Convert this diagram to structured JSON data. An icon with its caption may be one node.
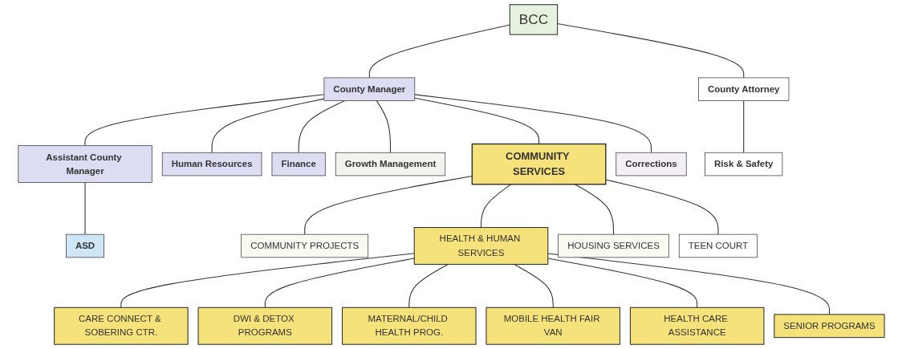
{
  "diagram": {
    "nodes": [
      {
        "text": [
          "BCC"
        ]
      },
      {
        "text": [
          "County Manager"
        ]
      },
      {
        "text": [
          "County Attorney"
        ]
      },
      {
        "text": [
          "Assistant County Manager"
        ]
      },
      {
        "text": [
          "Human Resources"
        ]
      },
      {
        "text": [
          "Finance"
        ]
      },
      {
        "text": [
          "ASD"
        ]
      },
      {
        "text": [
          "Growth Management"
        ]
      },
      {
        "text": [
          "COMMUNITY SERVICES"
        ]
      },
      {
        "text": [
          "Corrections"
        ]
      },
      {
        "text": [
          "Risk & Safety"
        ]
      },
      {
        "text": [
          "COMMUNITY PROJECTS"
        ]
      },
      {
        "text": [
          "HEALTH & HUMAN SERVICES"
        ]
      },
      {
        "text": [
          "HOUSING SERVICES"
        ]
      },
      {
        "text": [
          "TEEN COURT"
        ]
      },
      {
        "text": [
          "CARE CONNECT & SOBERING CTR."
        ]
      },
      {
        "text": [
          "DWI & DETOX PROGRAMS"
        ]
      },
      {
        "text": [
          "MATERNAL/CHILD HEALTH PROG."
        ]
      },
      {
        "text": [
          "MOBILE HEALTH FAIR VAN"
        ]
      },
      {
        "text": [
          "HEALTH CARE ASSISTANCE"
        ]
      },
      {
        "text": [
          "SENIOR PROGRAMS"
        ]
      }
    ],
    "edges": [
      {
        "from": 0,
        "to": 1,
        "arrow": "none"
      },
      {
        "from": 0,
        "to": 2,
        "arrow": "none"
      },
      {
        "from": 1,
        "to": 3,
        "arrow": "none"
      },
      {
        "from": 1,
        "to": 4,
        "arrow": "none"
      },
      {
        "from": 1,
        "to": 5,
        "arrow": "none"
      },
      {
        "from": 3,
        "to": 6,
        "arrow": "none"
      },
      {
        "from": 1,
        "to": 7,
        "arrow": "none"
      },
      {
        "from": 1,
        "to": 8,
        "arrow": "none"
      },
      {
        "from": 1,
        "to": 9,
        "arrow": "none"
      },
      {
        "from": 2,
        "to": 10,
        "arrow": "none"
      },
      {
        "from": 8,
        "to": 11,
        "arrow": "none"
      },
      {
        "from": 8,
        "to": 12,
        "arrow": "none"
      },
      {
        "from": 8,
        "to": 13,
        "arrow": "none"
      },
      {
        "from": 8,
        "to": 14,
        "arrow": "none"
      },
      {
        "from": 12,
        "to": 15,
        "arrow": "none"
      },
      {
        "from": 12,
        "to": 16,
        "arrow": "none"
      },
      {
        "from": 12,
        "to": 17,
        "arrow": "none"
      },
      {
        "from": 12,
        "to": 18,
        "arrow": "none"
      },
      {
        "from": 12,
        "to": 19,
        "arrow": "none"
      },
      {
        "from": 12,
        "to": 20,
        "arrow": "none"
      }
    ]
  }
}
